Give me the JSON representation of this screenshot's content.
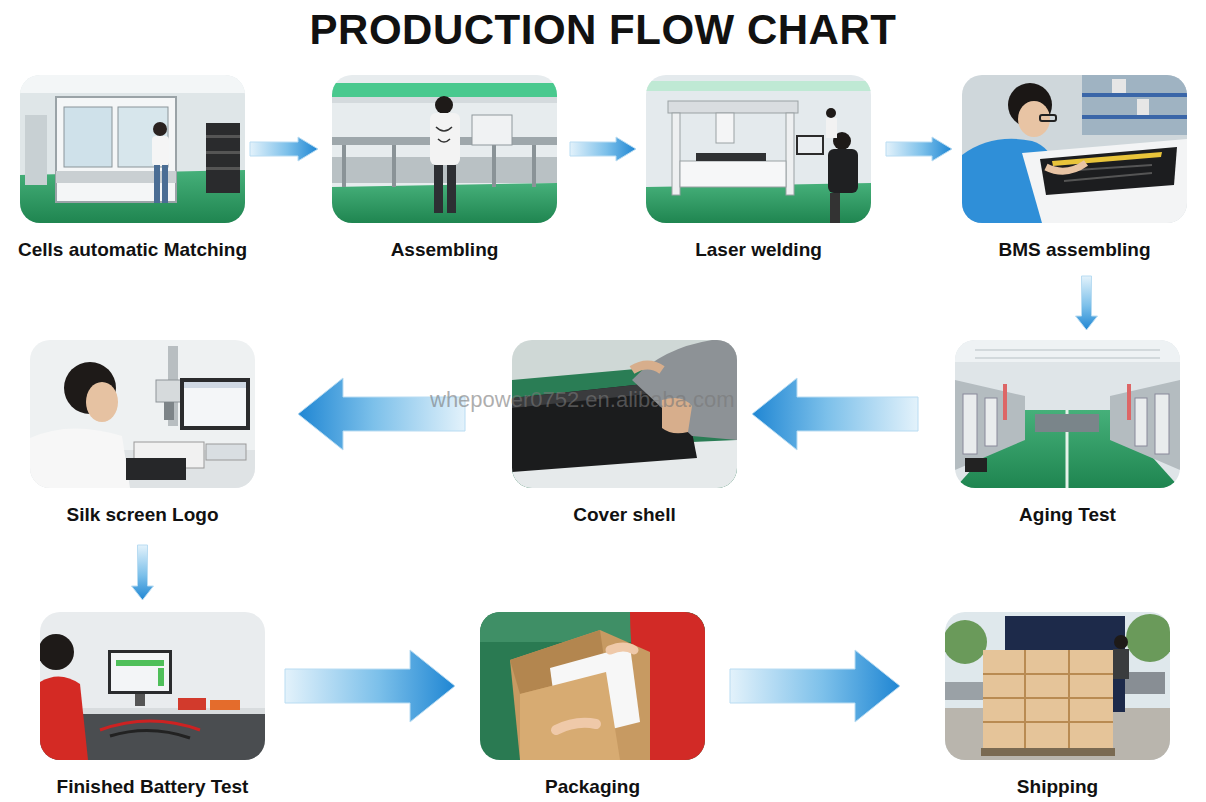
{
  "diagram": {
    "title": "PRODUCTION FLOW CHART",
    "nodes": [
      {
        "text": [
          "Cells automatic Matching"
        ]
      },
      {
        "text": [
          "Assembling"
        ]
      },
      {
        "text": [
          "Laser welding"
        ]
      },
      {
        "text": [
          "BMS assembling"
        ]
      },
      {
        "text": [
          "Silk screen Logo"
        ]
      },
      {
        "text": [
          "Cover shell"
        ]
      },
      {
        "text": [
          "Aging Test"
        ]
      },
      {
        "text": [
          "Finished Battery Test"
        ]
      },
      {
        "text": [
          "Packaging"
        ]
      },
      {
        "text": [
          "Shipping"
        ]
      }
    ],
    "edges": [
      {
        "from": 0,
        "to": 1,
        "arrow": "to"
      },
      {
        "from": 1,
        "to": 2,
        "arrow": "to"
      },
      {
        "from": 2,
        "to": 3,
        "arrow": "to"
      },
      {
        "from": 3,
        "to": 6,
        "arrow": "to"
      },
      {
        "from": 6,
        "to": 5,
        "arrow": "to"
      },
      {
        "from": 5,
        "to": 4,
        "arrow": "to"
      },
      {
        "from": 4,
        "to": 7,
        "arrow": "to"
      },
      {
        "from": 7,
        "to": 8,
        "arrow": "to"
      },
      {
        "from": 8,
        "to": 9,
        "arrow": "to"
      }
    ],
    "labels": [
      "whepower0752.en.alibaba.com"
    ]
  }
}
